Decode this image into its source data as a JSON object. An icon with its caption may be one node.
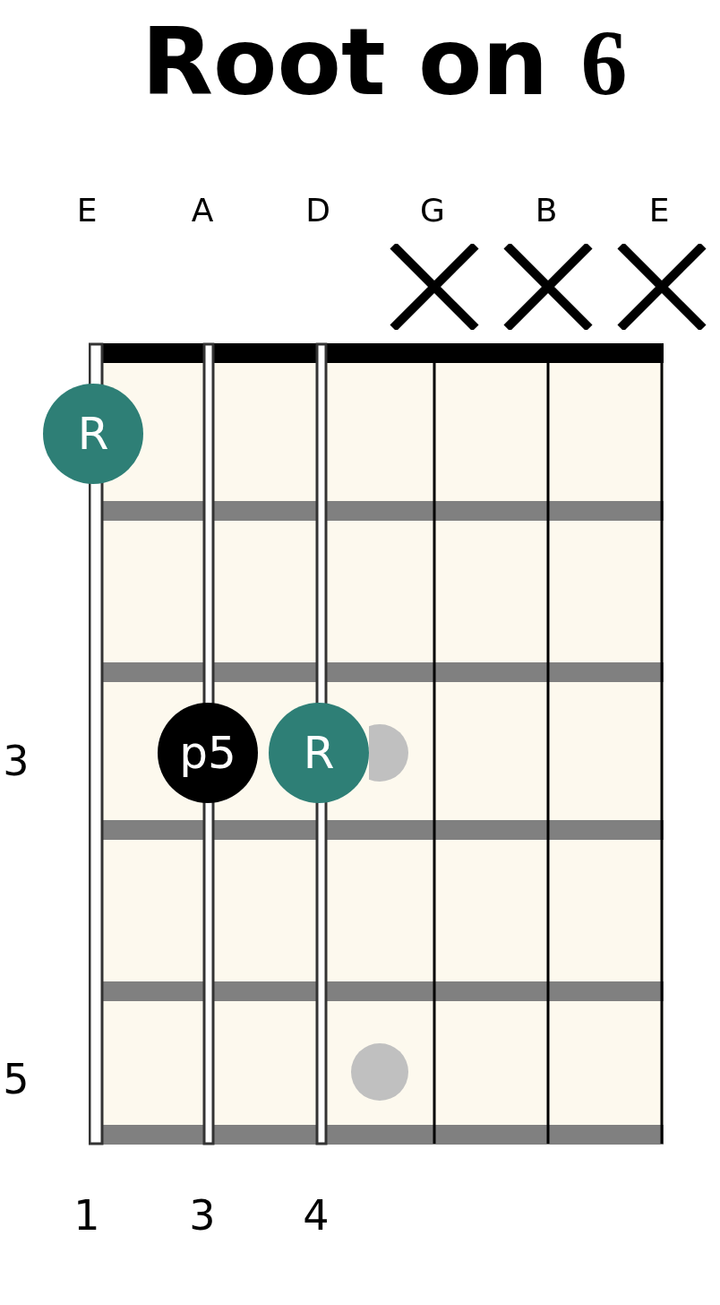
{
  "diagram": {
    "title": "Root on 6",
    "nodes": [
      {
        "text": [
          "R"
        ]
      },
      {
        "text": [
          "p5"
        ]
      },
      {
        "text": [
          "R"
        ]
      },
      {
        "text": [],
        "shape": "circle"
      },
      {
        "text": [],
        "shape": "circle"
      }
    ],
    "edges": [],
    "labels": [
      "E",
      "A",
      "D",
      "G",
      "B",
      "E",
      "3",
      "5",
      "1",
      "3",
      "4"
    ]
  }
}
